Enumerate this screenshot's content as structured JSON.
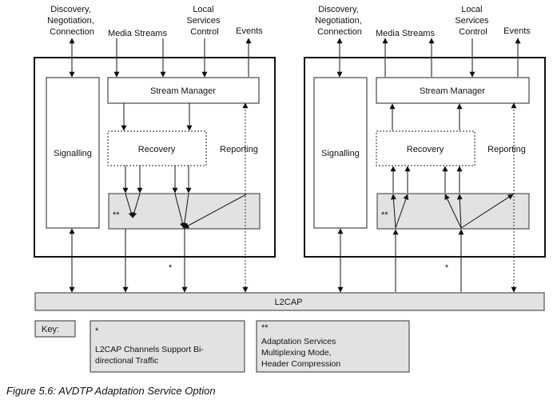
{
  "top_labels": {
    "discovery": [
      "Discovery,",
      "Negotiation,",
      "Connection"
    ],
    "media_streams": "Media Streams",
    "local_services": [
      "Local",
      "Services",
      "Control"
    ],
    "events": "Events"
  },
  "blocks": {
    "signalling": "Signalling",
    "stream_manager": "Stream Manager",
    "recovery": "Recovery",
    "reporting": "Reporting",
    "adaptation_marker": "**",
    "channel_marker": "*"
  },
  "l2cap": "L2CAP",
  "key": {
    "title": "Key:",
    "item1_marker": "*",
    "item1_text": [
      "L2CAP Channels Support Bi-",
      "directional Traffic"
    ],
    "item2_marker": "**",
    "item2_text": [
      "Adaptation Services",
      "Multiplexing Mode,",
      "Header Compression"
    ]
  },
  "caption": "Figure 5.6: AVDTP Adaptation Service Option"
}
